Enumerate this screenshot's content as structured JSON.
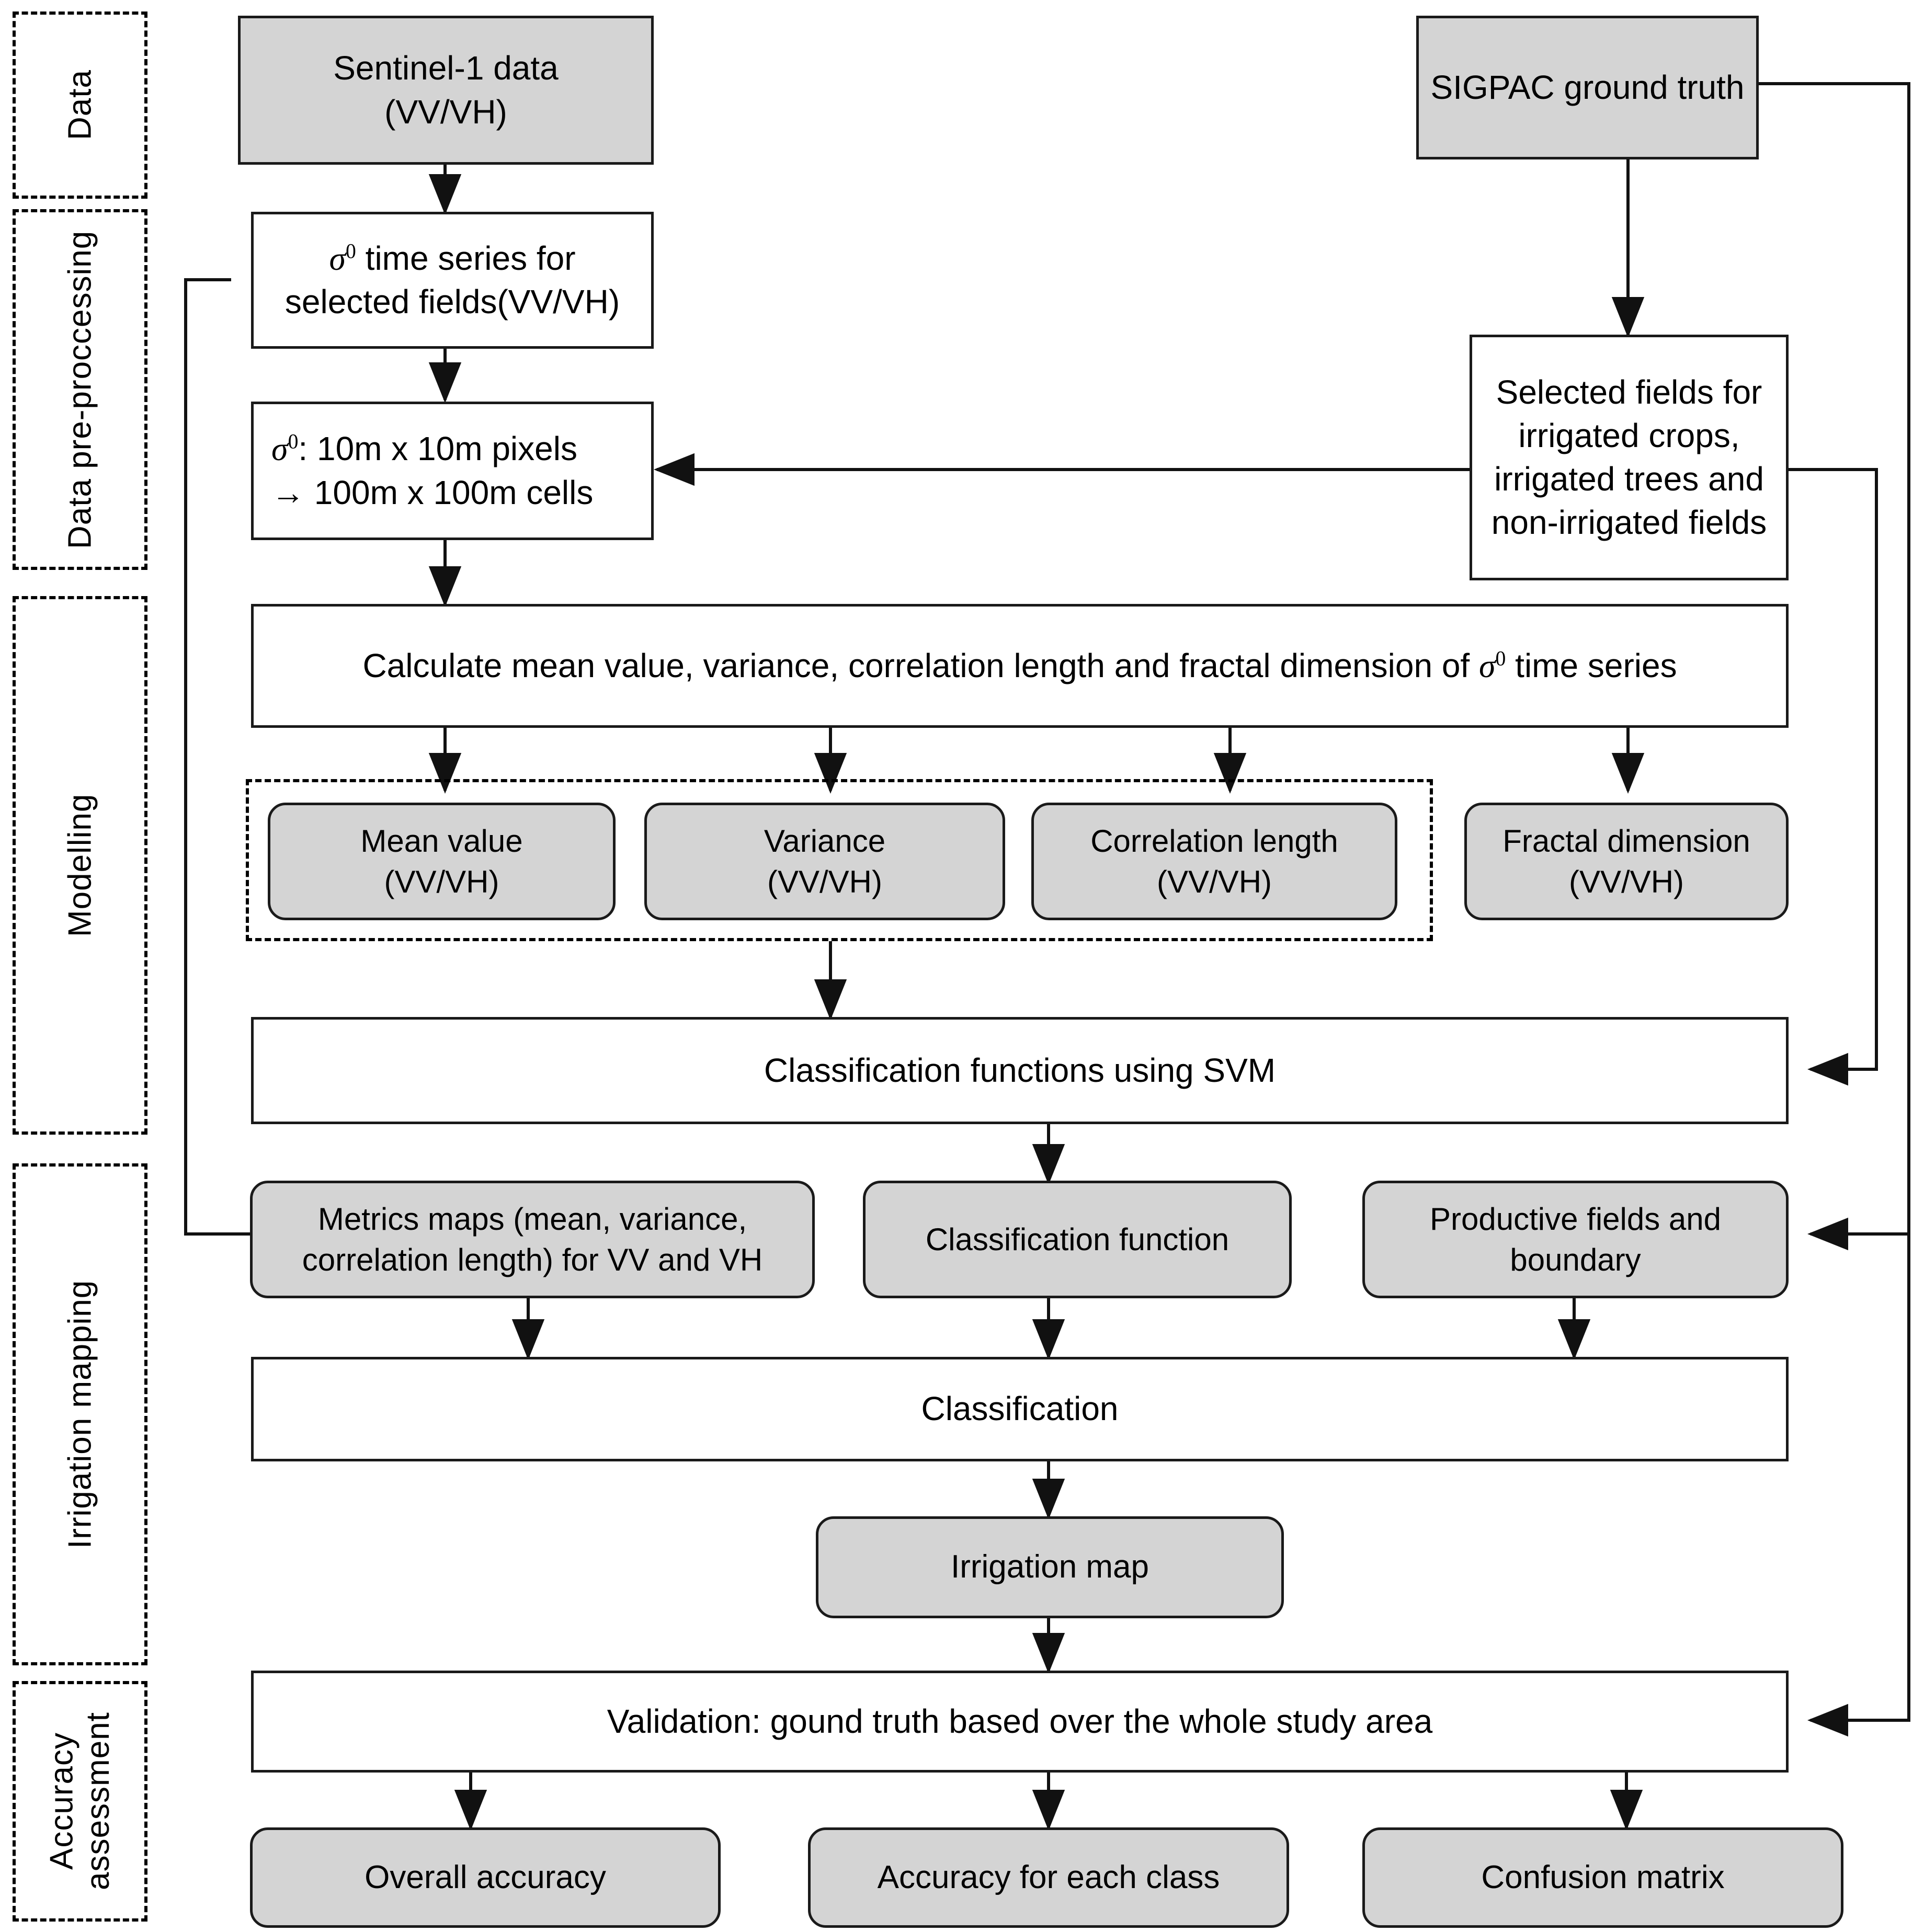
{
  "diagram": {
    "title": "Irrigation mapping methodology flowchart",
    "colors": {
      "node_fill_gray": "#d4d4d4",
      "node_fill_white": "#ffffff",
      "stroke": "#1a1a1a",
      "background": "#ffffff"
    }
  },
  "stages": [
    {
      "id": "data",
      "label": "Data"
    },
    {
      "id": "preproc",
      "label": "Data pre-proccessing"
    },
    {
      "id": "modelling",
      "label": "Modelling"
    },
    {
      "id": "mapping",
      "label": "Irrigation mapping"
    },
    {
      "id": "accuracy",
      "label": "Accuracy\nassessment"
    }
  ],
  "nodes": {
    "sentinel": {
      "line1": "Sentinel-1 data",
      "line2": "(VV/VH)"
    },
    "sigpac": {
      "line1": "SIGPAC ground truth"
    },
    "sigma_series": {
      "line1_pre": "",
      "line1_post": " time series for",
      "line2": "selected fields(VV/VH)"
    },
    "sigma_cells": {
      "line1_post": ": 10m x 10m pixels",
      "line2": "→ 100m x 100m cells"
    },
    "selected_fields": {
      "line1": "Selected fields for",
      "line2": "irrigated crops,",
      "line3": "irrigated trees and",
      "line4": "non-irrigated fields"
    },
    "calculate": {
      "pre": "Calculate mean value, variance, correlation length and fractal dimension of ",
      "post": " time series"
    },
    "mean_value": {
      "line1": "Mean value",
      "line2": "(VV/VH)"
    },
    "variance": {
      "line1": "Variance",
      "line2": "(VV/VH)"
    },
    "corr_length": {
      "line1": "Correlation length",
      "line2": "(VV/VH)"
    },
    "fractal_dim": {
      "line1": "Fractal dimension",
      "line2": "(VV/VH)"
    },
    "svm": {
      "line1": "Classification functions using SVM"
    },
    "metrics_maps": {
      "line1": "Metrics maps (mean, variance,",
      "line2": "correlation length) for VV and VH"
    },
    "class_function": {
      "line1": "Classification function"
    },
    "productive": {
      "line1": "Productive fields and",
      "line2": "boundary"
    },
    "classification": {
      "line1": "Classification"
    },
    "irrigation_map": {
      "line1": "Irrigation map"
    },
    "validation": {
      "line1": "Validation: gound truth based over the whole study area"
    },
    "overall_acc": {
      "line1": "Overall accuracy"
    },
    "class_acc": {
      "line1": "Accuracy for each class"
    },
    "confusion": {
      "line1": "Confusion matrix"
    }
  },
  "symbols": {
    "sigma_zero": "σ",
    "sigma_superscript": "0",
    "arrow_right_glyph": "→"
  }
}
